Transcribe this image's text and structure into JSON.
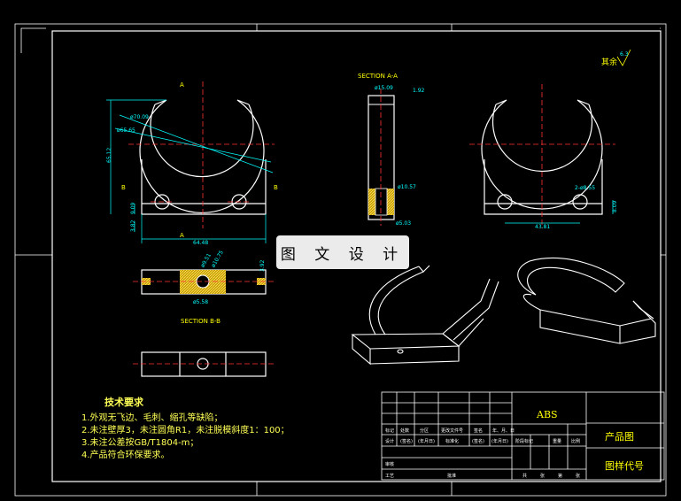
{
  "section_aa": "SECTION A-A",
  "section_bb": "SECTION B-B",
  "cut_labels": {
    "a_top": "A",
    "a_bottom": "A",
    "b_left": "B",
    "b_right": "B"
  },
  "dims_front": {
    "r1": "ø70.09",
    "r2": "ø65.65",
    "height": "65.12",
    "d1": "9.09",
    "d2": "3.82",
    "width": "64.48"
  },
  "dims_section": {
    "top_d": "ø15.09",
    "top_r": "1.92",
    "mid": "ø10.57",
    "bottom": "ø5.03"
  },
  "dims_side": {
    "angle": "2-ø8.55",
    "width": "43.81",
    "h": "8.09"
  },
  "dims_bb": {
    "d1": "ø9.51",
    "d2": "ø10.75",
    "h": "3.92",
    "bottom": "ø5.58"
  },
  "surface_note": {
    "label": "其余",
    "value": "6.3"
  },
  "watermark": "图 文 设 计",
  "tech": {
    "title": "技术要求",
    "items": [
      "1.外观无飞边、毛刺、缩孔等缺陷；",
      "2.未注壁厚3，未注圆角R1，未注脱模斜度1：100；",
      "3.未注公差按GB/T1804-m；",
      "4.产品符合环保要求。"
    ]
  },
  "title_block": {
    "material": "ABS",
    "product_type": "产品图",
    "drawing_code": "图样代号",
    "row_labels": [
      "标记",
      "处数",
      "分区",
      "更改文件号",
      "签名",
      "年、月、日"
    ],
    "row2": [
      "设计",
      "(签名)",
      "(年月日)",
      "标准化",
      "(签名)",
      "(年月日)"
    ],
    "stage_labels": [
      "阶段标记",
      "重量",
      "比例"
    ],
    "row_review": "审核",
    "row_process": "工艺",
    "row_approve": "批准",
    "sheet_labels": [
      "共",
      "张",
      "第",
      "张"
    ]
  }
}
